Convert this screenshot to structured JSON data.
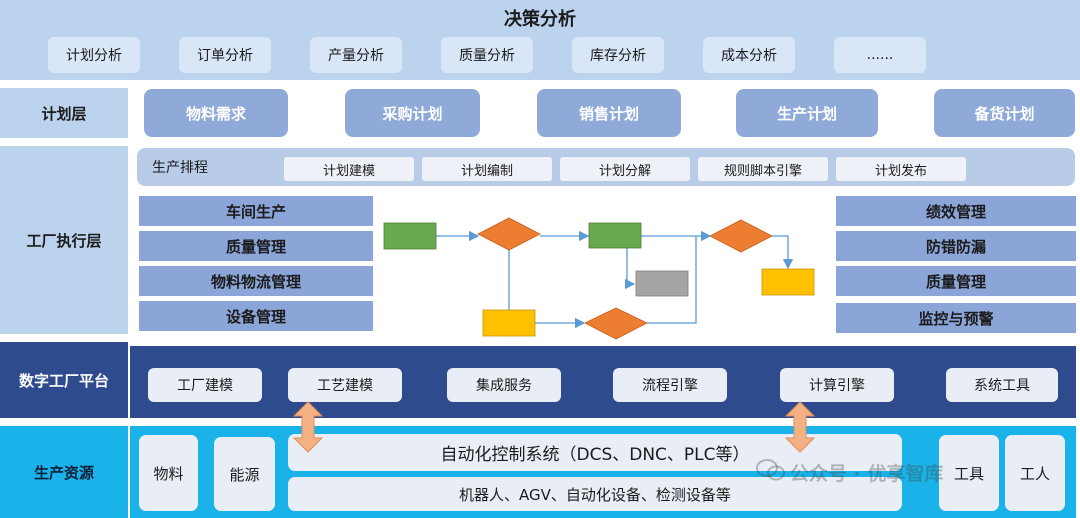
{
  "decision": {
    "title": "决策分析",
    "items": [
      "计划分析",
      "订单分析",
      "产量分析",
      "质量分析",
      "库存分析",
      "成本分析",
      "......"
    ]
  },
  "layers": {
    "plan": "计划层",
    "factory": "工厂执行层",
    "digital": "数字工厂平台",
    "resource": "生产资源"
  },
  "plan": {
    "items": [
      "物料需求",
      "采购计划",
      "销售计划",
      "生产计划",
      "备货计划"
    ]
  },
  "factory": {
    "schedule_label": "生产排程",
    "schedule_items": [
      "计划建模",
      "计划编制",
      "计划分解",
      "规则脚本引擎",
      "计划发布"
    ],
    "left_items": [
      "车间生产",
      "质量管理",
      "物料物流管理",
      "设备管理"
    ],
    "right_items": [
      "绩效管理",
      "防错防漏",
      "质量管理",
      "监控与预警"
    ]
  },
  "digital": {
    "items": [
      "工厂建模",
      "工艺建模",
      "集成服务",
      "流程引擎",
      "计算引擎",
      "系统工具"
    ]
  },
  "resource": {
    "material": "物料",
    "energy": "能源",
    "control_system": "自动化控制系统（DCS、DNC、PLC等）",
    "equipment": "机器人、AGV、自动化设备、检测设备等",
    "tools": "工具",
    "workers": "工人"
  },
  "watermark": "公众号 · 优享智库",
  "colors": {
    "green": "#6aa84f",
    "orange": "#ed7d31",
    "yellow": "#ffc000",
    "gray": "#a5a5a5",
    "arrow": "#5b9bd5",
    "double_arrow": "#f4b183"
  }
}
